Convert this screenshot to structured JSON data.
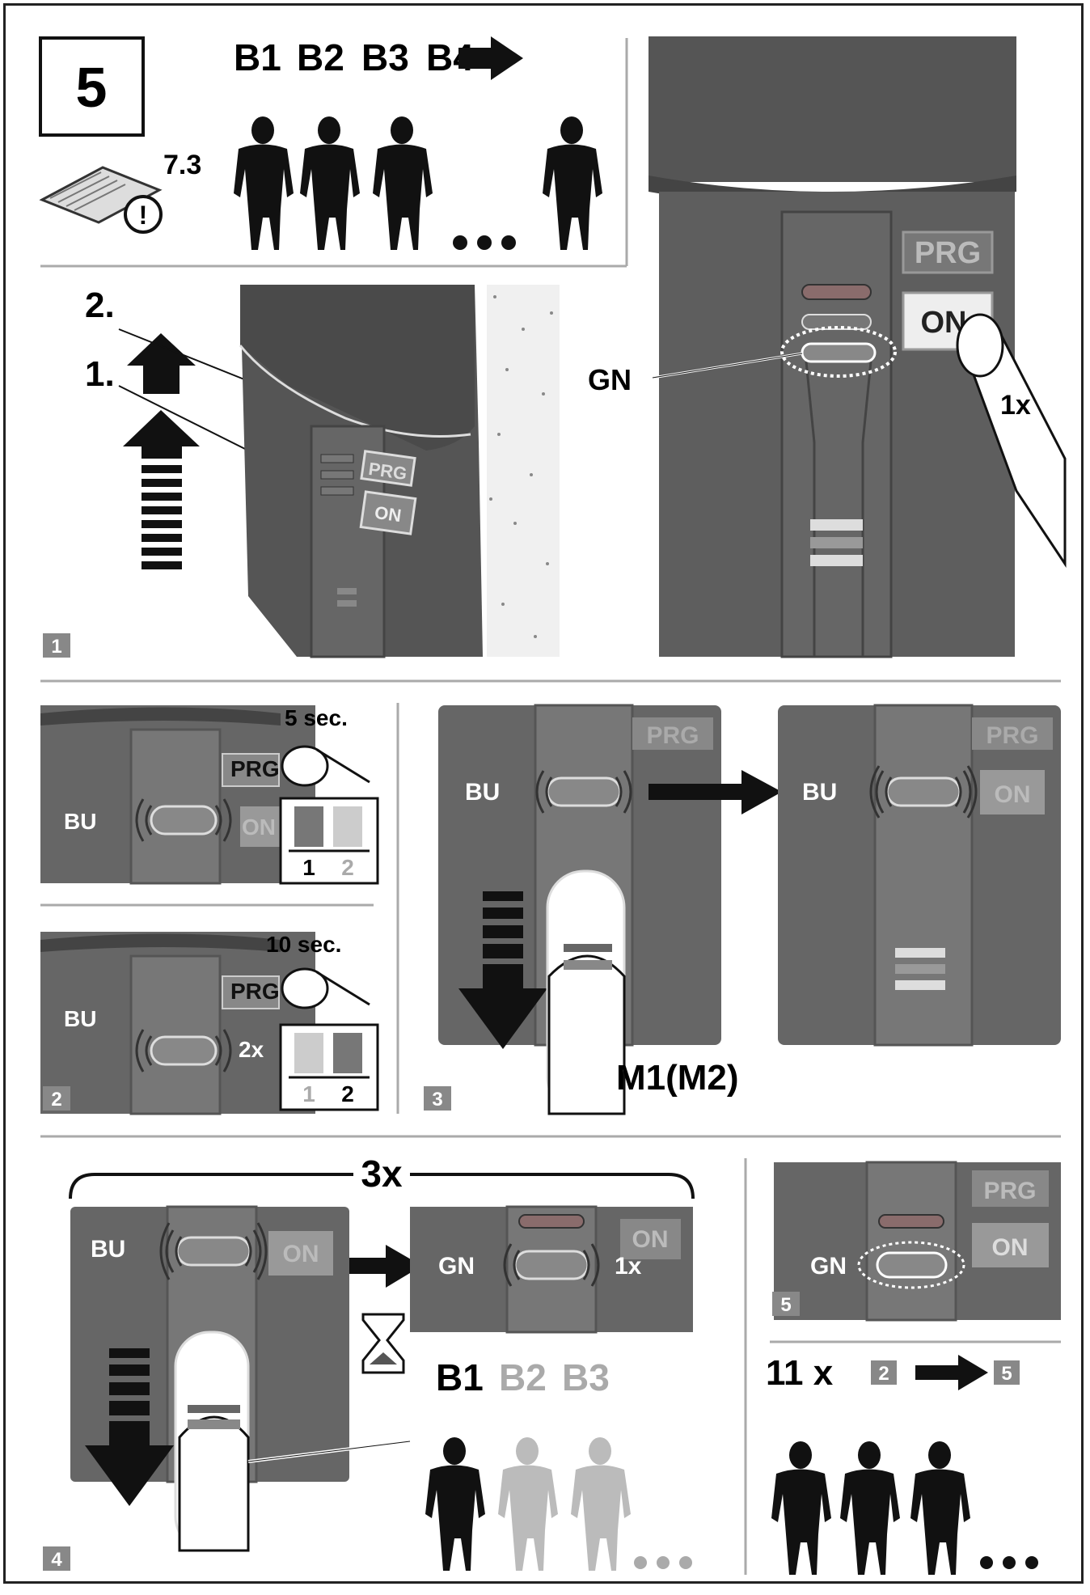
{
  "step": {
    "number": "5",
    "manual_ref": "7.3",
    "users_header": [
      "B1",
      "B2",
      "B3",
      "B4"
    ],
    "ellipsis_icon": "dots-icon"
  },
  "panel1": {
    "badge": "1",
    "lift_steps": [
      "2.",
      "1."
    ],
    "buttons": {
      "prg": "PRG",
      "on": "ON"
    },
    "led_label": "GN",
    "press_count": "1x"
  },
  "panel2": {
    "badge": "2",
    "top": {
      "duration": "5 sec.",
      "led": "BU",
      "button": "PRG",
      "on": "ON",
      "modes": [
        "1",
        "2"
      ]
    },
    "bottom": {
      "duration": "10 sec.",
      "led": "BU",
      "blink": "2x",
      "button": "PRG",
      "modes": [
        "1",
        "2"
      ]
    }
  },
  "panel3": {
    "badge": "3",
    "left": {
      "led": "BU",
      "prg": "PRG"
    },
    "right": {
      "led": "BU",
      "prg": "PRG",
      "on": "ON"
    },
    "finger_label": "M1(M2)"
  },
  "panel4": {
    "badge": "4",
    "repeat": "3x",
    "left_led": "BU",
    "left_on": "ON",
    "right_led": "GN",
    "right_blink": "1x",
    "right_on": "ON",
    "users": [
      "B1",
      "B2",
      "B3"
    ]
  },
  "panel5": {
    "badge": "5",
    "prg": "PRG",
    "on": "ON",
    "led": "GN"
  },
  "panel6": {
    "count": "11 x",
    "from": "2",
    "to": "5"
  }
}
